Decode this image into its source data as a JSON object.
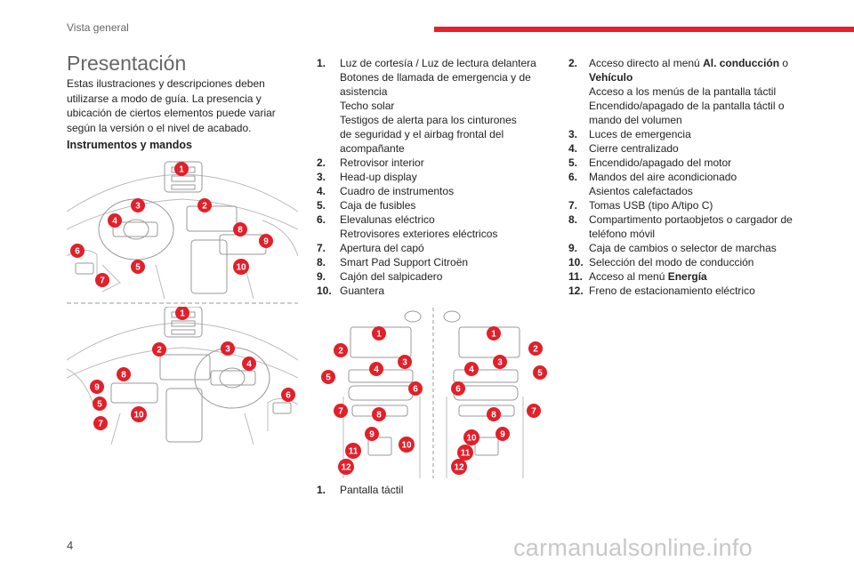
{
  "header": {
    "section": "Vista general"
  },
  "page": {
    "title": "Presentación",
    "intro": "Estas ilustraciones y descripciones deben utilizarse a modo de guía. La presencia y ubicación de ciertos elementos puede variar según la versión o el nivel de acabado.",
    "subheading": "Instrumentos y mandos",
    "page_number": "4",
    "watermark": "carmanualsonline.info"
  },
  "figure_top_badges": [
    "1",
    "2",
    "3",
    "4",
    "5",
    "6",
    "7",
    "8",
    "9",
    "10"
  ],
  "figure_bottom_badges": [
    "1",
    "2",
    "3",
    "4",
    "5",
    "6",
    "7",
    "8",
    "9",
    "10"
  ],
  "figure_console_badges": [
    "1",
    "2",
    "3",
    "4",
    "5",
    "6",
    "7",
    "8",
    "9",
    "10",
    "11",
    "12",
    "1",
    "2",
    "3",
    "4",
    "5",
    "6",
    "7",
    "8",
    "9",
    "10",
    "11",
    "12"
  ],
  "list1": [
    {
      "num": "1.",
      "lines": [
        "Luz de cortesía / Luz de lectura delantera",
        "Botones de llamada de emergencia y de",
        "asistencia",
        "Techo solar",
        "Testigos de alerta para los cinturones",
        "de seguridad y el airbag frontal del",
        "acompañante"
      ]
    },
    {
      "num": "2.",
      "lines": [
        "Retrovisor interior"
      ]
    },
    {
      "num": "3.",
      "lines": [
        "Head-up display"
      ]
    },
    {
      "num": "4.",
      "lines": [
        "Cuadro de instrumentos"
      ]
    },
    {
      "num": "5.",
      "lines": [
        "Caja de fusibles"
      ]
    },
    {
      "num": "6.",
      "lines": [
        "Elevalunas eléctrico",
        "Retrovisores exteriores eléctricos"
      ]
    },
    {
      "num": "7.",
      "lines": [
        "Apertura del capó"
      ]
    },
    {
      "num": "8.",
      "lines": [
        "Smart Pad Support Citroën"
      ]
    },
    {
      "num": "9.",
      "lines": [
        "Cajón del salpicadero"
      ]
    },
    {
      "num": "10.",
      "lines": [
        "Guantera"
      ]
    }
  ],
  "list2": [
    {
      "num": "1.",
      "lines": [
        "Pantalla táctil"
      ]
    }
  ],
  "list3": [
    {
      "num": "2.",
      "pre": "Acceso directo al menú ",
      "bold": "Al. conducción",
      "post": " o",
      "bold2": "Vehículo",
      "rest": [
        "Acceso a los menús de la pantalla táctil",
        "Encendido/apagado de la pantalla táctil o",
        "mando del volumen"
      ]
    },
    {
      "num": "3.",
      "lines": [
        "Luces de emergencia"
      ]
    },
    {
      "num": "4.",
      "lines": [
        "Cierre centralizado"
      ]
    },
    {
      "num": "5.",
      "lines": [
        "Encendido/apagado del motor"
      ]
    },
    {
      "num": "6.",
      "lines": [
        "Mandos del aire acondicionado",
        "Asientos calefactados"
      ]
    },
    {
      "num": "7.",
      "lines": [
        "Tomas USB (tipo A/tipo C)"
      ]
    },
    {
      "num": "8.",
      "lines": [
        "Compartimento portaobjetos o cargador de",
        "teléfono móvil"
      ]
    },
    {
      "num": "9.",
      "lines": [
        "Caja de cambios o selector de marchas"
      ]
    },
    {
      "num": "10.",
      "lines": [
        "Selección del modo de conducción"
      ]
    },
    {
      "num": "11.",
      "pre": "Acceso al menú ",
      "bold": "Energía"
    },
    {
      "num": "12.",
      "lines": [
        "Freno de estacionamiento eléctrico"
      ]
    }
  ]
}
